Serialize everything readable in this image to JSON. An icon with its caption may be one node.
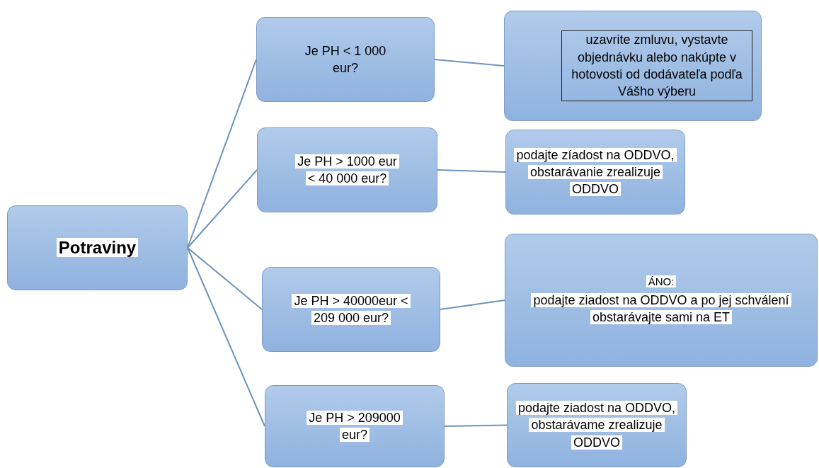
{
  "diagram": {
    "nodes": [
      {
        "text": [
          "Potraviny"
        ]
      },
      {
        "text": [
          "Je PH < 1 000 eur?"
        ]
      },
      {
        "text": [
          "Je PH > 1000 eur < 40 000 eur?"
        ]
      },
      {
        "text": [
          "Je PH > 40000eur < 209 000 eur?"
        ]
      },
      {
        "text": [
          "Je PH > 209000 eur?"
        ]
      },
      {
        "text": [
          "uzavrite zmluvu, vystavte objednávku alebo nakúpte v hotovosti od dodávateľa podľa Vášho výberu"
        ]
      },
      {
        "text": [
          "podajte zíadost na ODDVO, obstarávanie zrealizuje ODDVO"
        ]
      },
      {
        "text": [
          "ÁNO:",
          "podajte ziadost na ODDVO a po jej schválení obstarávajte sami na ET"
        ]
      },
      {
        "text": [
          "podajte ziadost na ODDVO, obstarávame zrealizuje ODDVO"
        ]
      }
    ],
    "edges": [
      {
        "from": 0,
        "to": 1,
        "arrow": "none"
      },
      {
        "from": 0,
        "to": 2,
        "arrow": "none"
      },
      {
        "from": 0,
        "to": 3,
        "arrow": "none"
      },
      {
        "from": 0,
        "to": 4,
        "arrow": "none"
      },
      {
        "from": 1,
        "to": 5,
        "arrow": "none"
      },
      {
        "from": 2,
        "to": 6,
        "arrow": "none"
      },
      {
        "from": 3,
        "to": 7,
        "arrow": "none"
      },
      {
        "from": 4,
        "to": 8,
        "arrow": "none"
      }
    ]
  }
}
